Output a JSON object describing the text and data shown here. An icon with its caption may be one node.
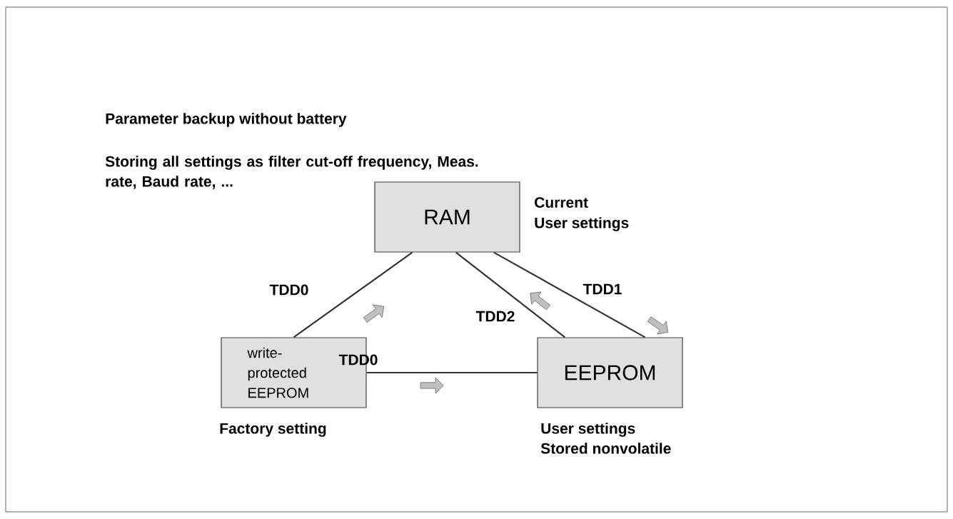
{
  "diagram": {
    "title": "Parameter backup without battery",
    "nodes": [
      {
        "text": [
          "RAM"
        ],
        "beside": [
          "Current",
          "User settings"
        ]
      },
      {
        "text": [
          "write- protected EEPROM"
        ],
        "beside": [
          "Factory setting"
        ]
      },
      {
        "text": [
          "EEPROM"
        ],
        "beside": [
          "User settings",
          "Stored nonvolatile"
        ]
      }
    ],
    "edges": [
      {
        "from": 1,
        "to": 0,
        "arrow": "none",
        "label": "TDD0"
      },
      {
        "from": 2,
        "to": 0,
        "arrow": "none",
        "label": "TDD2"
      },
      {
        "from": 0,
        "to": 2,
        "arrow": "none",
        "label": "TDD1"
      },
      {
        "from": 1,
        "to": 2,
        "arrow": "none",
        "label": "TDD0"
      }
    ],
    "labels": [
      "Storing all settings as filter cut-off frequency, Meas. rate, Baud rate, ..."
    ]
  }
}
